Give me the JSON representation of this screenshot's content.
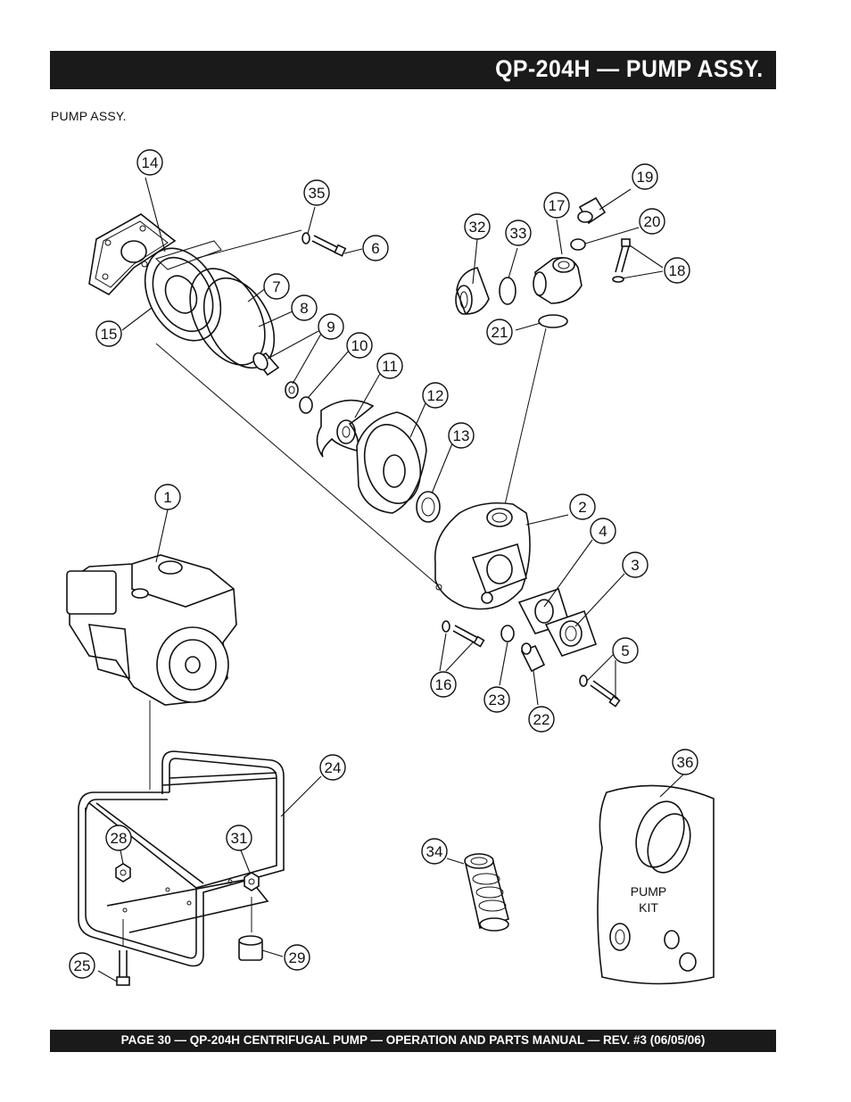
{
  "header": {
    "title": "QP-204H — PUMP ASSY."
  },
  "section_label": "PUMP ASSY.",
  "footer": {
    "text": "PAGE 30 — QP-204H CENTRIFUGAL PUMP — OPERATION AND PARTS MANUAL — REV. #3  (06/05/06)"
  },
  "callouts": [
    "1",
    "2",
    "3",
    "4",
    "5",
    "6",
    "7",
    "8",
    "9",
    "10",
    "11",
    "12",
    "13",
    "14",
    "15",
    "16",
    "17",
    "18",
    "19",
    "20",
    "21",
    "22",
    "23",
    "24",
    "25",
    "28",
    "29",
    "31",
    "32",
    "33",
    "34",
    "35",
    "36"
  ],
  "kit_label": {
    "line1": "PUMP",
    "line2": "KIT"
  }
}
